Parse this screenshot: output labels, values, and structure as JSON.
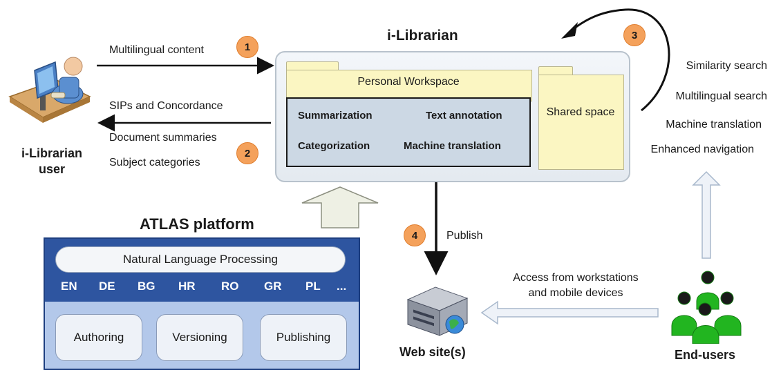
{
  "system": {
    "title": "i-Librarian",
    "personal_workspace": "Personal Workspace",
    "tools": [
      "Summarization",
      "Text annotation",
      "Categorization",
      "Machine translation"
    ],
    "shared_space": "Shared space"
  },
  "user": {
    "label": "i-Librarian user",
    "input_label": "Multilingual content",
    "outputs": [
      "SIPs and Concordance",
      "Document summaries",
      "Subject categories"
    ]
  },
  "steps": [
    "1",
    "2",
    "3",
    "4"
  ],
  "end_user_features": [
    "Similarity search",
    "Multilingual search",
    "Machine translation",
    "Enhanced navigation"
  ],
  "publish_label": "Publish",
  "website_label": "Web site(s)",
  "access_label": "Access from workstations and mobile devices",
  "end_users_label": "End-users",
  "atlas": {
    "title": "ATLAS platform",
    "nlp": "Natural Language Processing",
    "languages": [
      "EN",
      "DE",
      "BG",
      "HR",
      "RO",
      "GR",
      "PL",
      "..."
    ],
    "modules": [
      "Authoring",
      "Versioning",
      "Publishing"
    ]
  },
  "colors": {
    "badge": "#f4a15b",
    "folder": "#fbf6c2",
    "atlas": "#2e55a0",
    "users": "#22b520"
  }
}
